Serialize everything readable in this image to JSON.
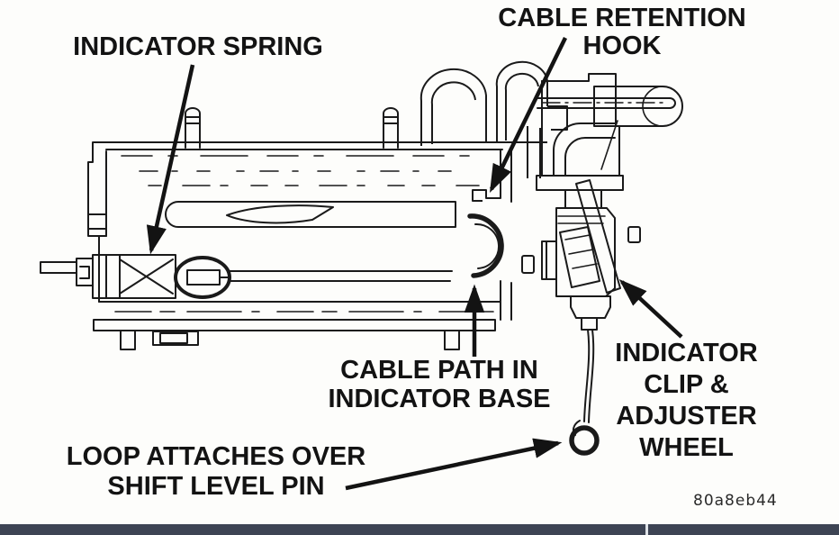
{
  "figure": {
    "type": "technical-line-drawing",
    "subject": "shift-indicator-cable-assembly",
    "background": "#fdfdfb",
    "ink": "#161616",
    "code": "80a8eb44"
  },
  "labels": {
    "indicator_spring": {
      "line1": "INDICATOR SPRING"
    },
    "cable_retention_hook": {
      "line1": "CABLE RETENTION",
      "line2": "HOOK"
    },
    "cable_path": {
      "line1": "CABLE PATH IN",
      "line2": "INDICATOR BASE"
    },
    "loop_attaches": {
      "line1": "LOOP ATTACHES OVER",
      "line2": "SHIFT LEVEL PIN"
    },
    "indicator_clip": {
      "line1": "INDICATOR",
      "line2": "CLIP &",
      "line3": "ADJUSTER",
      "line4": "WHEEL"
    }
  },
  "parts": [
    "indicator-housing",
    "indicator-spring",
    "indicator-cable",
    "cable-retention-hook",
    "cable-path-arc",
    "indicator-clip-and-adjuster-wheel",
    "cable-loop"
  ],
  "footer": {
    "bar_color": "#3d4454",
    "divider_color": "#dfe3e8"
  }
}
